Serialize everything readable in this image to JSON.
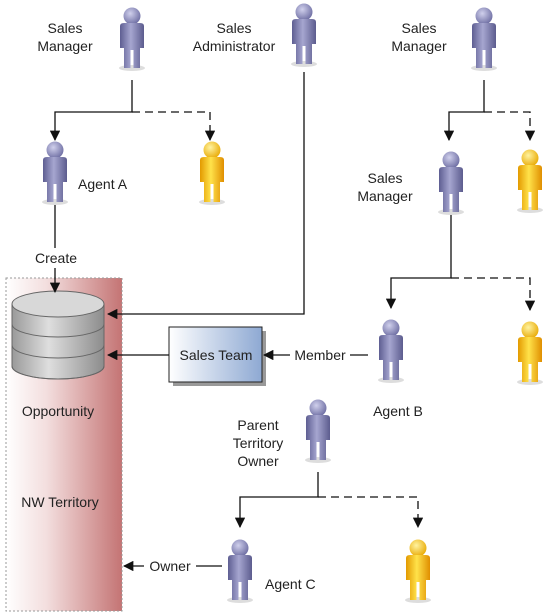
{
  "labels": {
    "sales_manager_1_line1": "Sales",
    "sales_manager_1_line2": "Manager",
    "sales_admin_line1": "Sales",
    "sales_admin_line2": "Administrator",
    "sales_manager_2_line1": "Sales",
    "sales_manager_2_line2": "Manager",
    "sales_manager_3_line1": "Sales",
    "sales_manager_3_line2": "Manager",
    "agent_a": "Agent A",
    "agent_b": "Agent B",
    "agent_c": "Agent C",
    "create": "Create",
    "sales_team": "Sales Team",
    "member": "Member",
    "opportunity": "Opportunity",
    "nw_territory": "NW Territory",
    "parent_territory_line1": "Parent",
    "parent_territory_line2": "Territory",
    "parent_territory_line3": "Owner",
    "owner": "Owner"
  },
  "colors": {
    "person_purple": "#8a8ab8",
    "person_yellow": "#f5c400",
    "territory_red": "#c97b7b",
    "database_gray": "#b5b5b5",
    "sales_team_blue": "#9fb6d8"
  }
}
